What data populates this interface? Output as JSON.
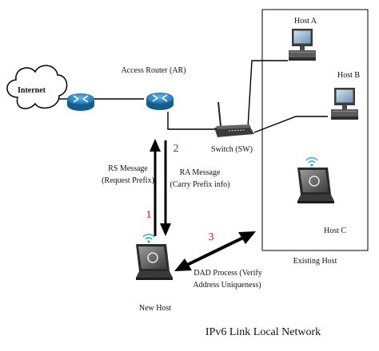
{
  "labels": {
    "internet": "Internet",
    "access_router": "Access Router (AR)",
    "switch": "Switch (SW)",
    "host_a": "Host A",
    "host_b": "Host B",
    "host_c": "Host C",
    "existing_host": "Existing Host",
    "new_host": "New Host",
    "rs_message_1": "RS Message",
    "rs_message_2": "(Request Prefix)",
    "ra_message_1": "RA Message",
    "ra_message_2": "(Carry Prefix info)",
    "dad_1": "DAD Process (Verify",
    "dad_2": "Address Uniqueness)",
    "network_title": "IPv6 Link Local Network"
  },
  "steps": {
    "step1": "1",
    "step2": "2",
    "step3": "3"
  },
  "icons": [
    "cloud-icon",
    "router-icon",
    "switch-icon",
    "desktop-computer-icon",
    "laptop-icon",
    "wifi-icon"
  ],
  "colors": {
    "router": "#1e88c8",
    "step_numbers": "#dd1111",
    "lines": "#000000"
  }
}
